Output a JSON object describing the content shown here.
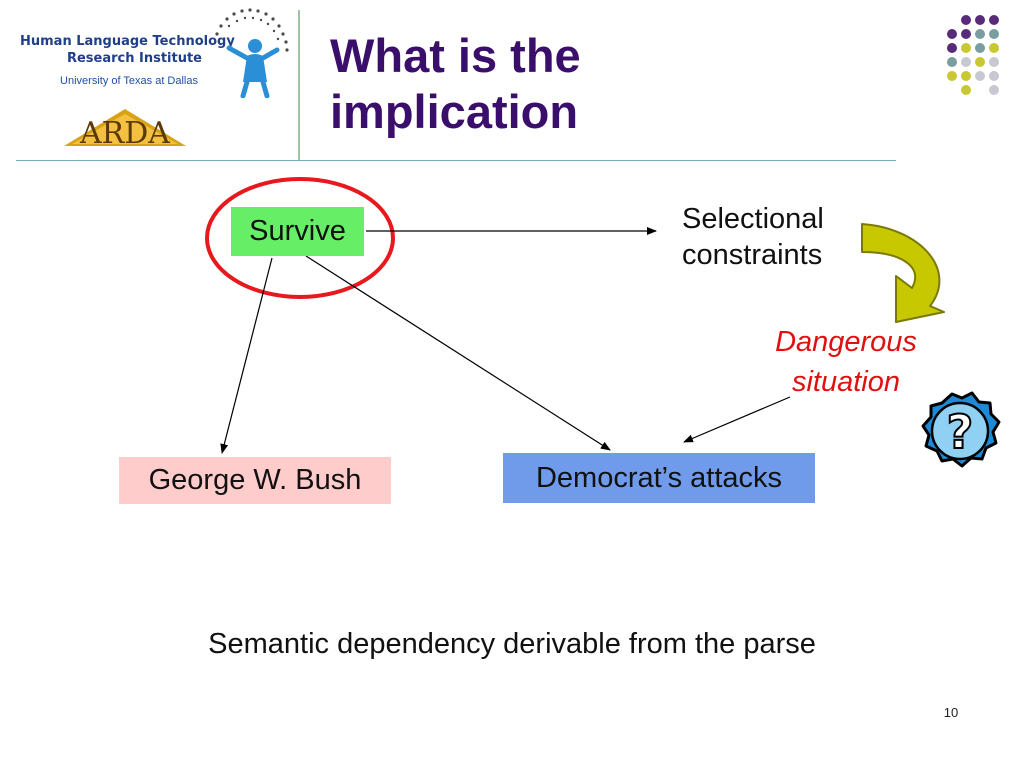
{
  "header": {
    "institute_line1": "Human Language Technology",
    "institute_line2": "Research Institute",
    "university": "University of Texas at Dallas",
    "arda_logo": "ARDA",
    "mascot_icon": "juggler-mascot-icon"
  },
  "slide": {
    "title_line1": "What is the",
    "title_line2": "implication",
    "page_number": "10"
  },
  "diagram": {
    "nodes": {
      "survive": "Survive",
      "george_w_bush": "George W. Bush",
      "democrats_attacks": "Democrat’s attacks"
    },
    "selectional_constraints": [
      "Selectional",
      "constraints"
    ],
    "dangerous_situation": [
      "Dangerous",
      "situation"
    ],
    "edges": [
      {
        "from": "Survive",
        "to": "Selectional constraints"
      },
      {
        "from": "Survive",
        "to": "George W. Bush"
      },
      {
        "from": "Survive",
        "to": "Democrat’s attacks"
      },
      {
        "from": "Dangerous situation",
        "to": "Democrat’s attacks"
      }
    ],
    "highlight_color": "#e8191e",
    "curved_arrow_color": "#c8c800",
    "question_badge_icon": "question-mark-icon"
  },
  "caption": "Semantic dependency derivable from the parse",
  "colors": {
    "title": "#3a0f6b",
    "survive_fill": "#66ee66",
    "bush_fill": "#ffcccc",
    "democrat_fill": "#6f9bea",
    "dangerous_text": "#e01010",
    "dot_purple": "#5a2a7a",
    "dot_teal": "#7a9ea0",
    "dot_yellow": "#c8c832",
    "dot_gray": "#c8c8d2"
  }
}
